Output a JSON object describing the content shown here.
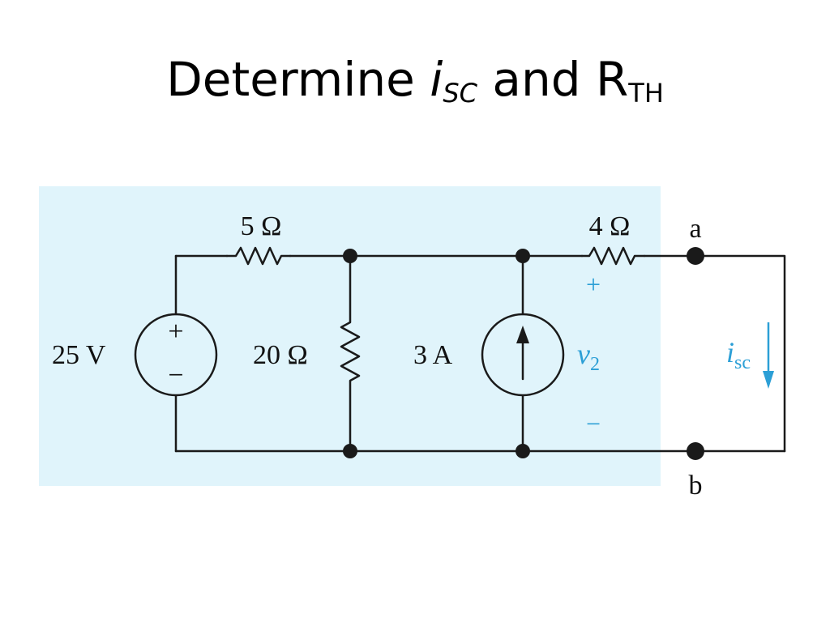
{
  "slide": {
    "title_prefix": "Determine ",
    "title_i": "i",
    "title_sc": "SC",
    "title_mid": " and R",
    "title_th": "TH"
  },
  "circuit": {
    "colors": {
      "shade": "#e0f4fb",
      "wire": "#1a1a1a",
      "accent": "#2c9fd6"
    },
    "voltage_source": {
      "label": "25 V",
      "plus": "+",
      "minus": "−"
    },
    "r1": {
      "label": "5 Ω"
    },
    "r2": {
      "label": "20 Ω"
    },
    "current_source": {
      "label": "3 A"
    },
    "r3": {
      "label": "4 Ω"
    },
    "v2": {
      "symbol": "v",
      "sub": "2",
      "plus": "+",
      "minus": "−"
    },
    "terminal_a": "a",
    "terminal_b": "b",
    "isc": {
      "symbol": "i",
      "sub": "sc"
    }
  }
}
